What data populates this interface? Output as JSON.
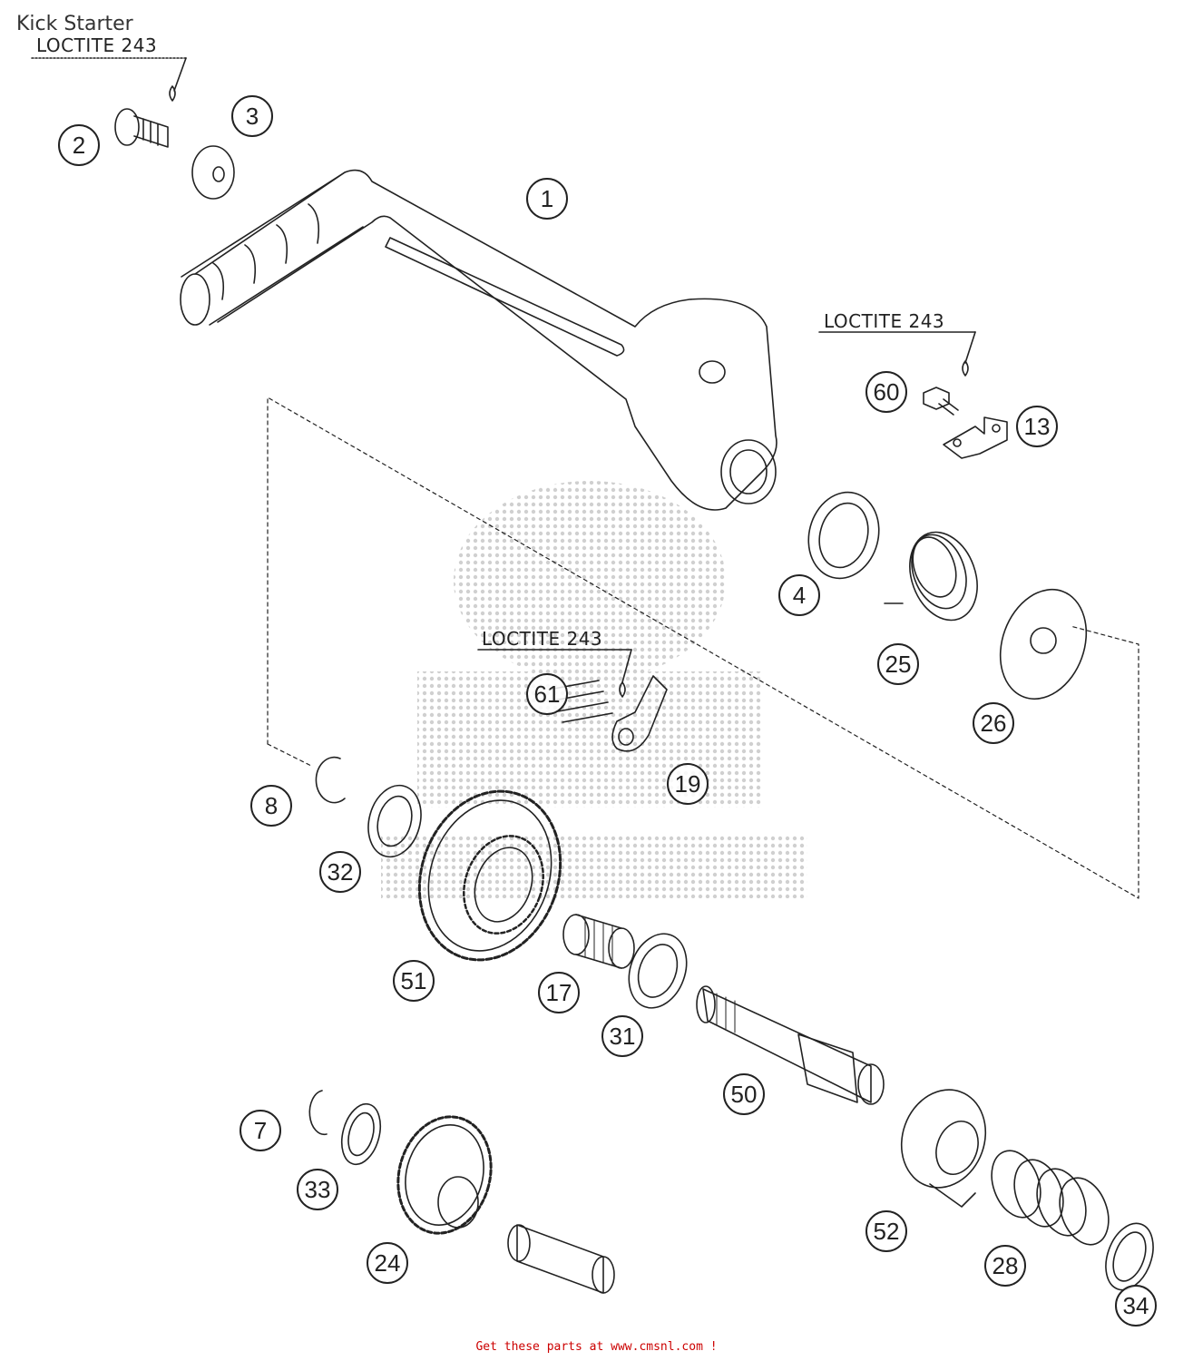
{
  "title": "Kick Starter",
  "loctite_labels": [
    "LOCTITE 243",
    "LOCTITE 243",
    "LOCTITE 243"
  ],
  "callouts": {
    "c1": "1",
    "c2": "2",
    "c3": "3",
    "c4": "4",
    "c7": "7",
    "c8": "8",
    "c13": "13",
    "c17": "17",
    "c19": "19",
    "c24": "24",
    "c25": "25",
    "c26": "26",
    "c28": "28",
    "c31": "31",
    "c32": "32",
    "c33": "33",
    "c34": "34",
    "c50": "50",
    "c51": "51",
    "c52": "52",
    "c60": "60",
    "c61": "61"
  },
  "footer": "Get these parts at www.cmsnl.com !",
  "colors": {
    "line": "#222222",
    "watermark": "#bbbbbb",
    "footer": "#cc0000"
  }
}
